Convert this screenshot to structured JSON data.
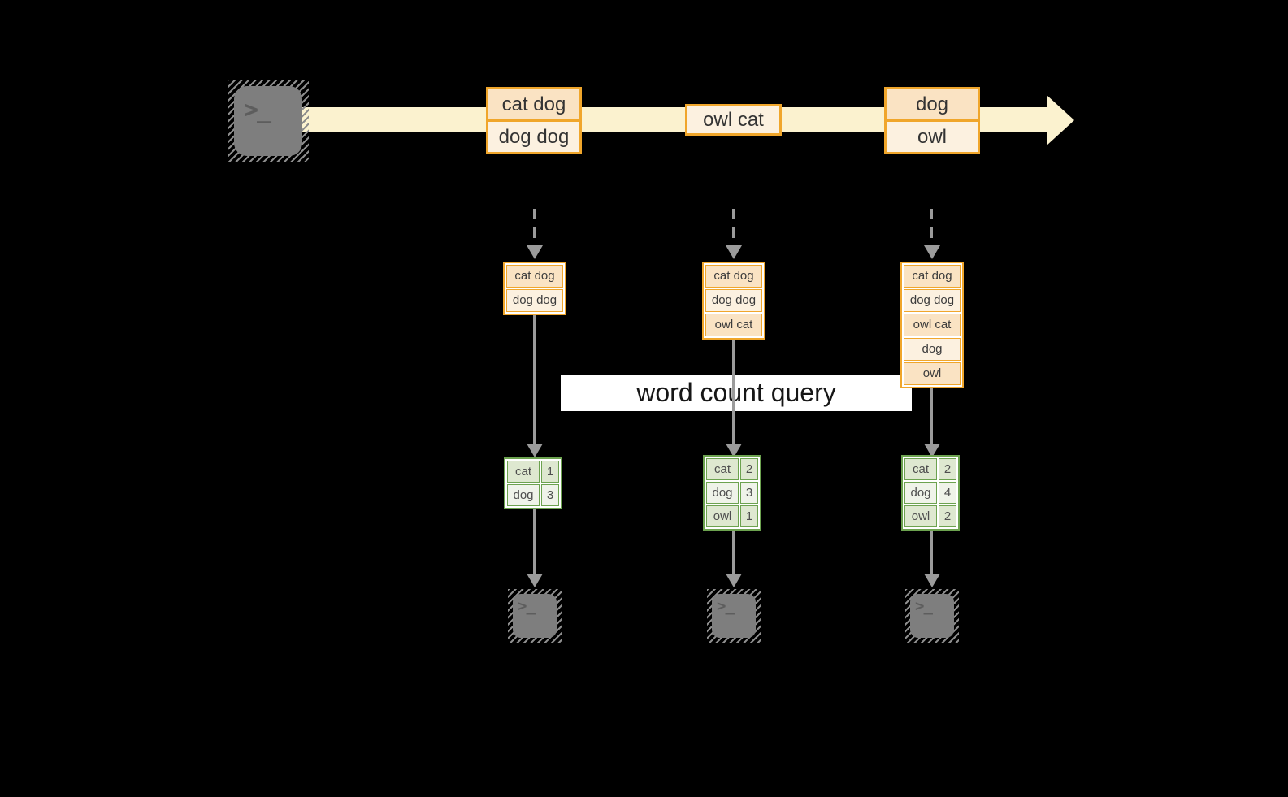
{
  "query_label": "word count query",
  "terminal_glyph": ">_",
  "timeline": {
    "batches": [
      {
        "records": [
          {
            "text": "cat dog"
          },
          {
            "text": "dog dog"
          }
        ]
      },
      {
        "records": [
          {
            "text": "owl cat"
          }
        ]
      },
      {
        "records": [
          {
            "text": "dog"
          },
          {
            "text": "owl"
          }
        ]
      }
    ]
  },
  "columns": [
    {
      "stack": [
        "cat dog",
        "dog dog"
      ],
      "table": [
        [
          "cat",
          "1"
        ],
        [
          "dog",
          "3"
        ]
      ]
    },
    {
      "stack": [
        "cat dog",
        "dog dog",
        "owl cat"
      ],
      "table": [
        [
          "cat",
          "2"
        ],
        [
          "dog",
          "3"
        ],
        [
          "owl",
          "1"
        ]
      ]
    },
    {
      "stack": [
        "cat dog",
        "dog dog",
        "owl cat",
        "dog",
        "owl"
      ],
      "table": [
        [
          "cat",
          "2"
        ],
        [
          "dog",
          "4"
        ],
        [
          "owl",
          "2"
        ]
      ]
    }
  ],
  "colors": {
    "background": "#000000",
    "stream_band": "#FBF2CF",
    "orange_border": "#F0A62B",
    "record_fill_dark": "#FAE3C3",
    "record_fill_light": "#FCF1E0",
    "green_border": "#6CA24F",
    "table_fill_dark": "#DEE8D0",
    "table_fill_light": "#EFF3E9",
    "arrow_gray": "#9B9B9B",
    "terminal_gray": "#7E7E7E"
  }
}
